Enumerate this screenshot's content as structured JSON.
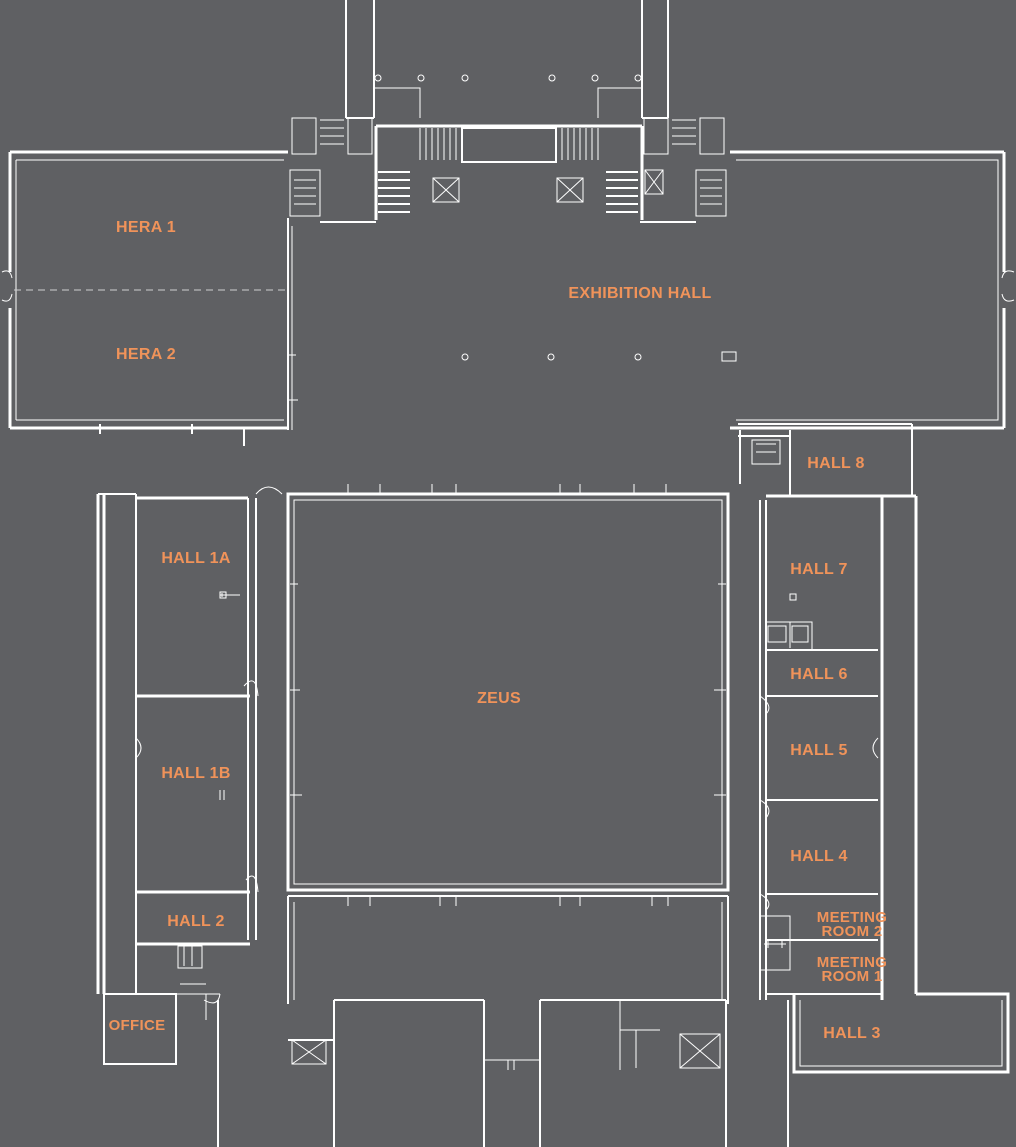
{
  "colors": {
    "background": "#5f6063",
    "walls": "#ffffff",
    "labels": "#f0935a"
  },
  "rooms": {
    "hera_1": "HERA 1",
    "hera_2": "HERA 2",
    "exhibition_hall": "EXHIBITION HALL",
    "hall_8": "HALL 8",
    "hall_1a": "HALL 1A",
    "hall_1b": "HALL 1B",
    "hall_2": "HALL 2",
    "office": "OFFICE",
    "zeus": "ZEUS",
    "hall_7": "HALL 7",
    "hall_6": "HALL 6",
    "hall_5": "HALL 5",
    "hall_4": "HALL 4",
    "meeting_room_2_line1": "MEETING",
    "meeting_room_2_line2": "ROOM 2",
    "meeting_room_1_line1": "MEETING",
    "meeting_room_1_line2": "ROOM 1",
    "hall_3": "HALL 3"
  }
}
